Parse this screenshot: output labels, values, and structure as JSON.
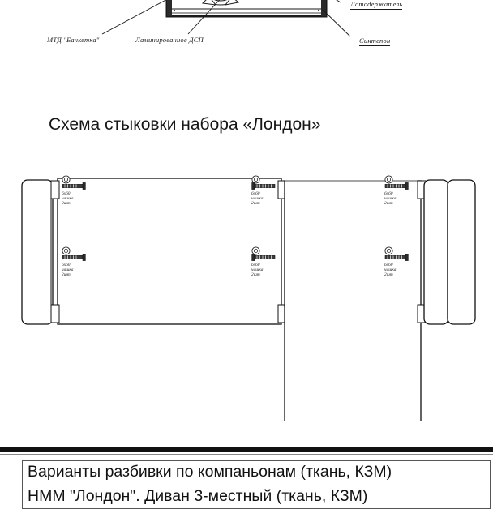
{
  "top_illustration": {
    "callouts": [
      {
        "id": "mtd",
        "text": "МТД \"Банкетка\""
      },
      {
        "id": "dsp",
        "text": "Ламинированное ДСП"
      },
      {
        "id": "lot",
        "text": "Лотодержатель"
      },
      {
        "id": "sint",
        "text": "Синтепон"
      }
    ]
  },
  "scheme": {
    "title": "Схема стыковки набора «Лондон»",
    "bolts": [
      {
        "id": "b1",
        "size": "6x60",
        "part": "чашка",
        "qty": "2шт",
        "direction": "right"
      },
      {
        "id": "b2",
        "size": "6x60",
        "part": "чашка",
        "qty": "2шт",
        "direction": "right"
      },
      {
        "id": "b3",
        "size": "6x60",
        "part": "чашка",
        "qty": "2шт",
        "direction": "left"
      },
      {
        "id": "b4",
        "size": "6x60",
        "part": "чашка",
        "qty": "2шт",
        "direction": "left"
      },
      {
        "id": "b5",
        "size": "6x60",
        "part": "чашка",
        "qty": "2шт",
        "direction": "right"
      },
      {
        "id": "b6",
        "size": "6x60",
        "part": "чашка",
        "qty": "2шт",
        "direction": "right"
      }
    ]
  },
  "caption": {
    "line1": "Варианты разбивки по компаньонам (ткань, КЗМ)",
    "line2": "НММ \"Лондон\". Диван 3-местный (ткань, КЗМ)"
  },
  "colors": {
    "ink": "#111111",
    "line": "#1a1a1a",
    "rule": "#111111"
  }
}
